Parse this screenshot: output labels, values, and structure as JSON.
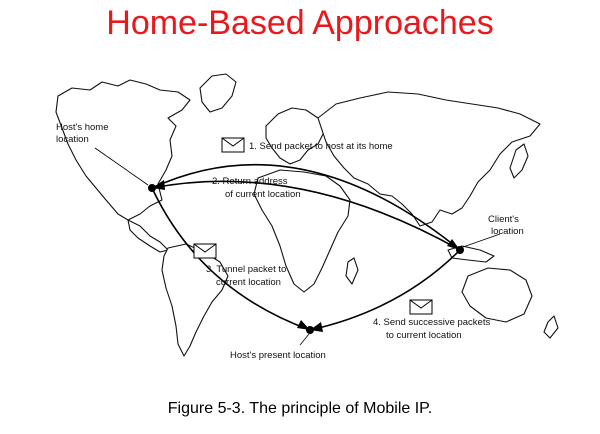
{
  "title": "Home-Based Approaches",
  "caption": "Figure 5-3. The principle of Mobile IP.",
  "labels": {
    "home_line1": "Host's home",
    "home_line2": "location",
    "step1": "1. Send packet to host at its home",
    "step2_line1": "2. Return address",
    "step2_line2": "of current location",
    "client_line1": "Client's",
    "client_line2": "location",
    "step3_line1": "3. Tunnel packet to",
    "step3_line2": "current location",
    "step4_line1": "4. Send successive packets",
    "step4_line2": "to current location",
    "present": "Host's present location"
  },
  "colors": {
    "title": "#e8181c"
  },
  "icons": [
    "envelope-icon"
  ]
}
